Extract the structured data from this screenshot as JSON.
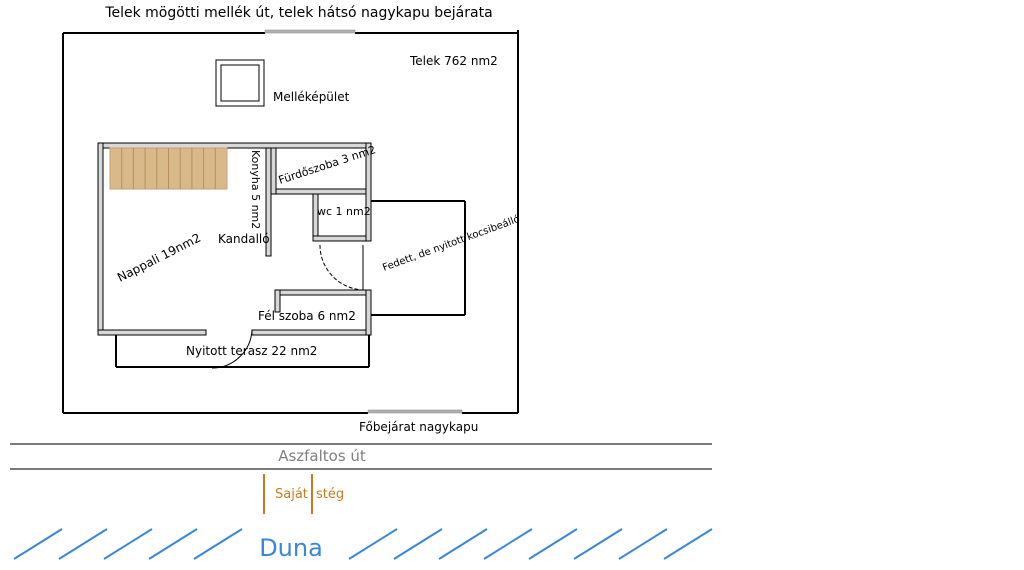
{
  "labels": {
    "top_road": "Telek mögötti mellék út, telek hátsó nagykapu bejárata",
    "plot": "Telek 762 nm2",
    "outbuilding": "Melléképület",
    "kitchen": "Konyha 5 nm2",
    "bathroom": "Fürdőszoba 3 nm2",
    "wc": "wc 1 nm2",
    "carport": "Fedett, de nyitott kocsibeálló",
    "living_room": "Nappali 19nm2",
    "fireplace": "Kandalló",
    "half_room": "Fél szoba 6 nm2",
    "terrace": "Nyitott terasz 22 nm2",
    "main_gate": "Főbejárat nagykapu",
    "asphalt_road": "Aszfaltos út",
    "own_pier_left": "Saját",
    "own_pier_right": "stég",
    "river": "Duna"
  },
  "colors": {
    "stairs": "#d9b98a",
    "pier": "#c87a1e",
    "river": "#3a86d8",
    "road_line": "#7a7a7a",
    "road_text": "#808080",
    "gate": "#b0b0b0"
  }
}
